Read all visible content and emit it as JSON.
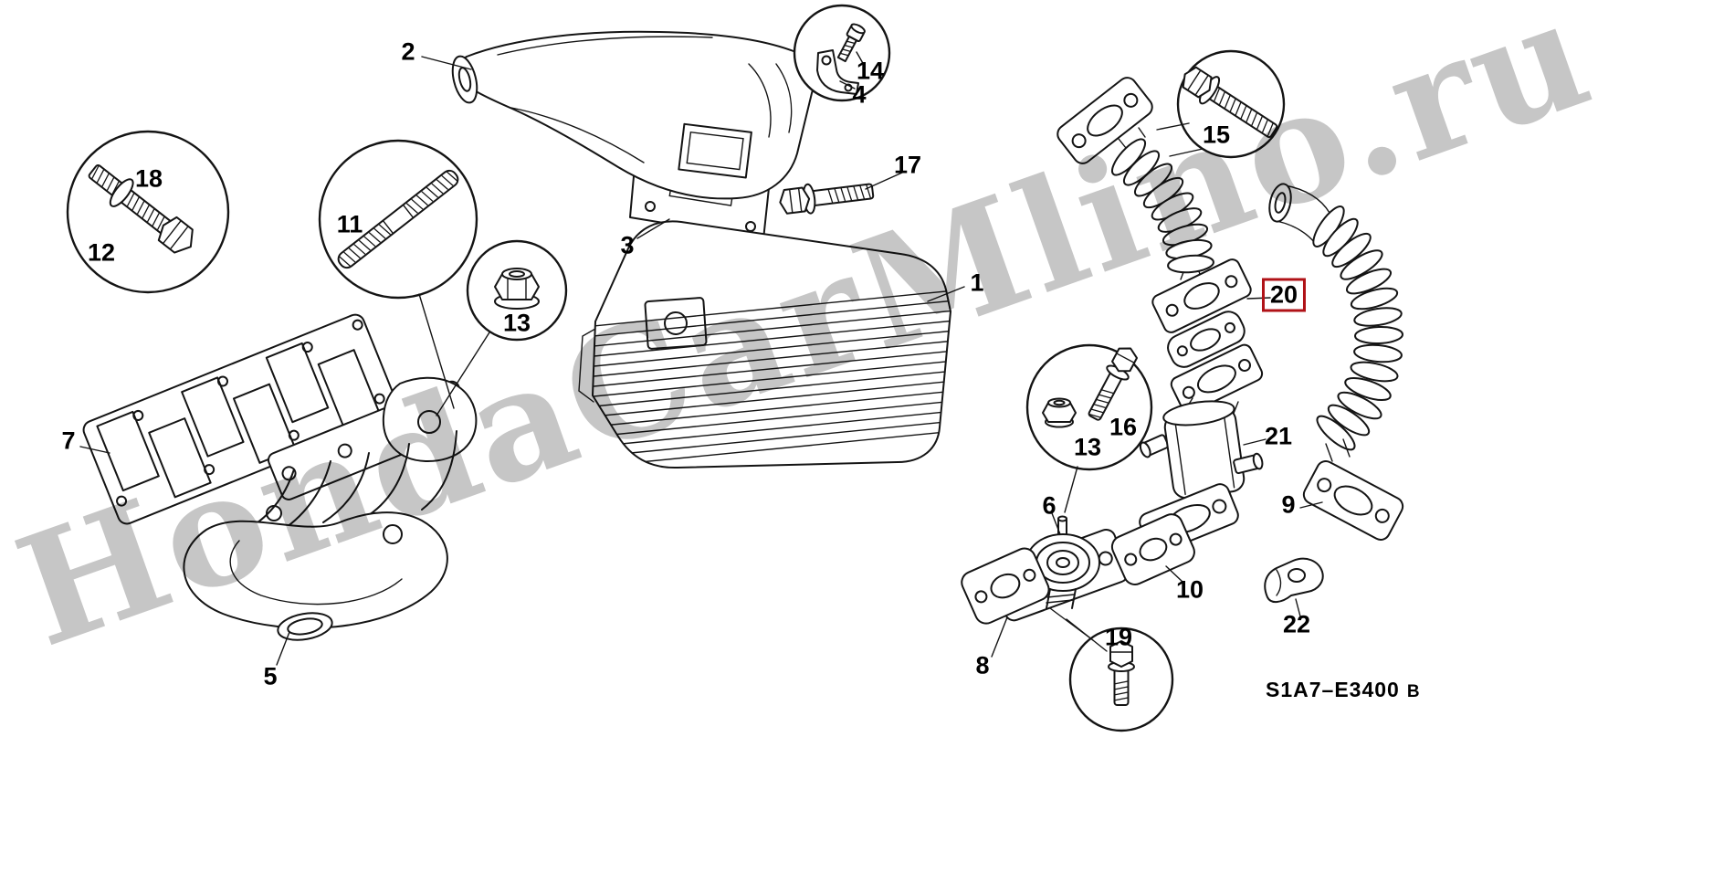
{
  "diagram": {
    "watermark": "HondaCarMlino.ru",
    "code": "S1A7–E3400",
    "code_suffix": "B",
    "highlighted_part": "20",
    "highlight_color": "#b01217",
    "line_color": "#141414",
    "background": "#ffffff"
  },
  "labels": [
    {
      "text": "2"
    },
    {
      "text": "14"
    },
    {
      "text": "4"
    },
    {
      "text": "17"
    },
    {
      "text": "18"
    },
    {
      "text": "11"
    },
    {
      "text": "12"
    },
    {
      "text": "3"
    },
    {
      "text": "1"
    },
    {
      "text": "15"
    },
    {
      "text": "13"
    },
    {
      "text": "20",
      "highlighted": true
    },
    {
      "text": "16"
    },
    {
      "text": "13"
    },
    {
      "text": "21"
    },
    {
      "text": "7"
    },
    {
      "text": "6"
    },
    {
      "text": "9"
    },
    {
      "text": "10"
    },
    {
      "text": "22"
    },
    {
      "text": "19"
    },
    {
      "text": "8"
    },
    {
      "text": "5"
    }
  ]
}
